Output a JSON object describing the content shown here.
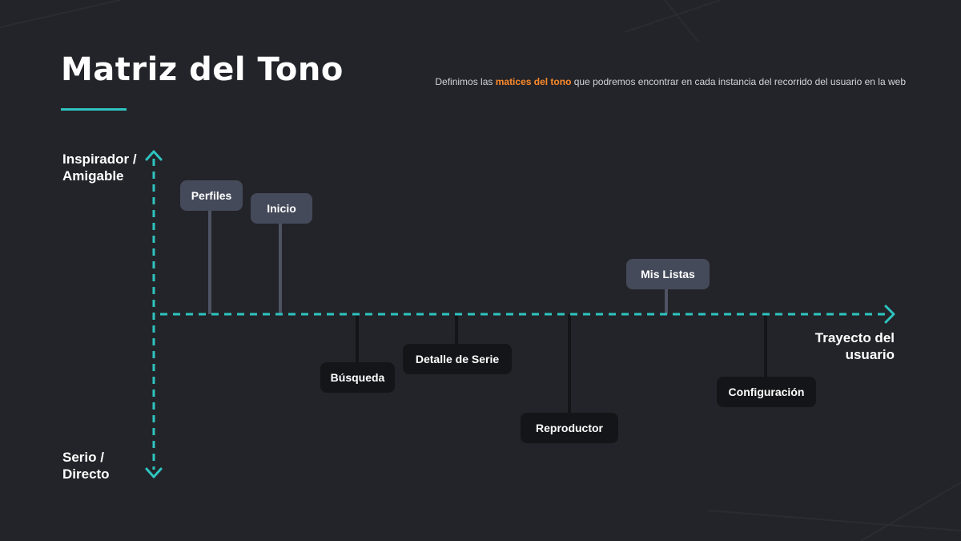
{
  "header": {
    "title": "Matriz del Tono",
    "subtitle_before": "Definimos las ",
    "subtitle_highlight": "matices del tono",
    "subtitle_after": " que podremos encontrar en cada instancia del recorrido del usuario en la web"
  },
  "axes": {
    "top_label": "Inspirador /\nAmigable",
    "bottom_label": "Serio /\nDirecto",
    "right_label": "Trayecto del\nusuario"
  },
  "colors": {
    "background": "#232429",
    "accent": "#2ec4c0",
    "highlight": "#ff8a2a",
    "node_upper": "#454a5a",
    "node_lower": "#141518"
  },
  "nodes": [
    {
      "label": "Perfiles"
    },
    {
      "label": "Inicio"
    },
    {
      "label": "Búsqueda"
    },
    {
      "label": "Detalle de Serie"
    },
    {
      "label": "Reproductor"
    },
    {
      "label": "Mis Listas"
    },
    {
      "label": "Configuración"
    }
  ]
}
